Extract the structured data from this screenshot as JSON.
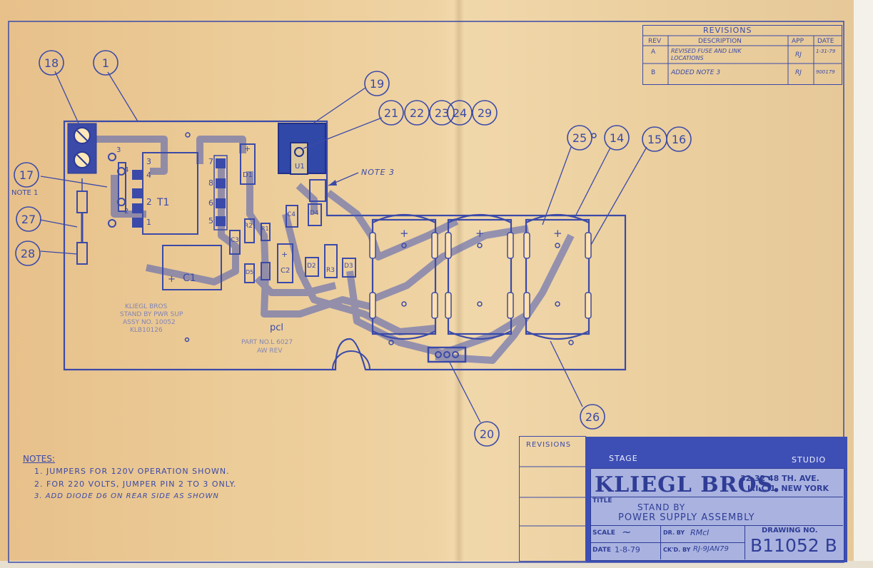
{
  "revisions": {
    "title": "REVISIONS",
    "headers": {
      "rev": "REV",
      "description": "DESCRIPTION",
      "app": "APP",
      "date": "DATE"
    },
    "rows": [
      {
        "rev": "A",
        "description_1": "REVISED FUSE AND LINK",
        "description_2": "LOCATIONS",
        "app": "RJ",
        "date": "1-31-79"
      },
      {
        "rev": "B",
        "description_1": "ADDED NOTE 3",
        "description_2": "",
        "app": "RJ",
        "date": "900179"
      }
    ]
  },
  "callouts": [
    "18",
    "1",
    "19",
    "21",
    "22",
    "23",
    "24",
    "29",
    "25",
    "14",
    "15",
    "16",
    "17",
    "27",
    "28",
    "20",
    "26"
  ],
  "labels": {
    "note1": "NOTE 1",
    "note3": "NOTE 3",
    "t1": "T1",
    "c1": "C1",
    "c2": "C2",
    "c3": "C3",
    "c4": "C4",
    "d1": "D1",
    "d2": "D2",
    "d3": "D3",
    "d4": "D4",
    "d5": "D5",
    "r1": "R1",
    "r2": "R2",
    "r3": "R3",
    "u1": "U1",
    "pcb": "pcl",
    "plus": "+",
    "pin1": "1",
    "pin2": "2",
    "pin3": "3",
    "pin4": "4",
    "pin5": "5",
    "pin6": "6",
    "pin7": "7",
    "pin8": "8"
  },
  "notes": {
    "heading": "NOTES:",
    "items": [
      "1. JUMPERS FOR 120V OPERATION SHOWN.",
      "2. FOR 220 VOLTS, JUMPER PIN 2 TO 3 ONLY.",
      "3. ADD DIODE D6 ON REAR SIDE AS SHOWN"
    ]
  },
  "title_block": {
    "revisions_label": "REVISIONS",
    "stage": "STAGE",
    "studio": "STUDIO",
    "company": "KLIEGL BROS.",
    "address_1": "32-32  48 TH. AVE.",
    "address_2": "L.I.C.1, NEW YORK",
    "title_label": "TITLE",
    "title_1": "STAND BY",
    "title_2": "POWER SUPPLY ASSEMBLY",
    "scale_label": "SCALE",
    "scale_value": "~",
    "date_label": "DATE",
    "date_value": "1-8-79",
    "dr_by_label": "DR. BY",
    "dr_by_value": "RMcI",
    "ckd_by_label": "CK'D. BY",
    "ckd_by_value": "RJ-9JAN79",
    "drawing_no_label": "DRAWING NO.",
    "drawing_no": "B11052 B"
  },
  "colors": {
    "ink": "#3b4aa8",
    "paper": "#ecca96",
    "title_block": "#3d4fb4"
  }
}
